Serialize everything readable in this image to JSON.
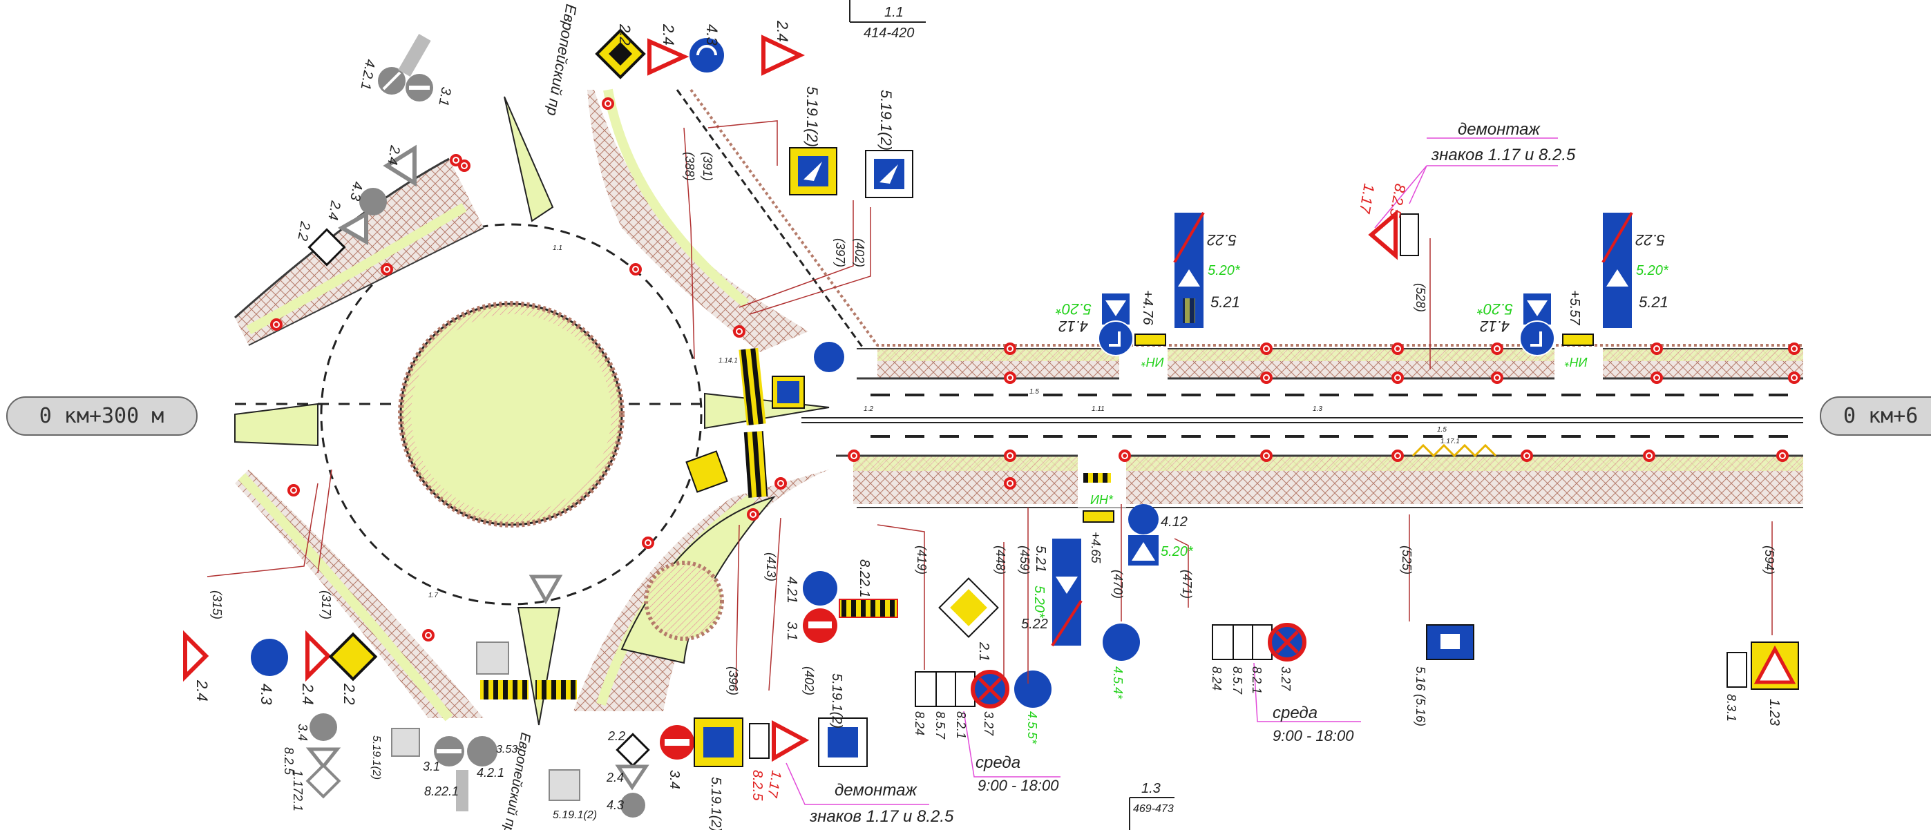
{
  "colors": {
    "lawn": "#e9f5b0",
    "hatch": "#b57b6a",
    "sign_blue": "#1647b8",
    "sign_red": "#e11b1b",
    "sign_yellow": "#f4dd06",
    "leader_magenta": "#e24ad9",
    "text_green": "#22d11a",
    "road_edge": "#3a3a3a"
  },
  "station_left": "0 км+300 м",
  "station_right": "0 км+6",
  "sheet_top": {
    "num": "1.1",
    "range": "414-420"
  },
  "sheet_bottom": {
    "num": "1.3",
    "range": "469-473"
  },
  "street_names": {
    "north": "Европейский пр",
    "south": "Европейский пр"
  },
  "notes": {
    "dismantle_top": {
      "title": "демонтаж",
      "text": "знаков 1.17 и 8.2.5"
    },
    "dismantle_bottom": {
      "title": "демонтаж",
      "text": "знаков 1.17 и 8.2.5"
    },
    "wed_left": {
      "title": "среда",
      "time": "9:00 - 18:00"
    },
    "wed_right": {
      "title": "среда",
      "time": "9:00 - 18:00"
    }
  },
  "sign_labels": {
    "t_22": "2.2",
    "t_24a": "2.4",
    "t_43": "4.3",
    "t_24b": "2.4",
    "t_519_1": "5.19.1(2)",
    "t_519_2": "5.19.1(2)",
    "t_421": "4.2.1",
    "t_31": "3.1",
    "t_24c": "2.4",
    "t_43b": "4.3",
    "t_24d": "2.4",
    "t_22b": "2.2",
    "t_412a": "4.12",
    "t_520a": "5.20*",
    "t_476": "+4.76",
    "t_522a": "5.22",
    "t_520b": "5.20*",
    "t_521a": "5.21",
    "t_117": "1.17",
    "t_825": "8.2.5",
    "t_412b": "4.12",
    "t_520c": "5.20*",
    "t_557": "+5.57",
    "t_522b": "5.22",
    "t_520d": "5.20*",
    "t_521b": "5.21",
    "b_24": "2.4",
    "b_43": "4.3",
    "b_24b": "2.4",
    "b_22": "2.2",
    "b_34": "3.4",
    "b_825": "8.2.5",
    "b_117": "1.17",
    "b_21": "2.1",
    "b_519a": "5.19.1(2)",
    "b_31": "3.1",
    "b_421": "4.2.1",
    "b_353": "3.53",
    "b_8221": "8.22.1",
    "b_519b": "5.19.1(2)",
    "b_22c": "2.2",
    "b_24e": "2.4",
    "b_43c": "4.3",
    "b_34b": "3.4",
    "b_519c": "5.19.1(2)",
    "b_825b": "8.2.5",
    "b_117b": "1.17",
    "b_519d": "5.19.1(2)",
    "m_421": "4.21",
    "m_31": "3.1",
    "m_8221": "8.22.1",
    "m_21": "2.1",
    "m_824": "8.24",
    "m_857": "8.5.7",
    "m_821": "8.2.1",
    "m_327": "3.27",
    "m_455": "4.5.5*",
    "m_521": "5.21",
    "m_520": "5.20*",
    "m_522": "5.22",
    "m_465": "+4.65",
    "m_412": "4.12",
    "m_520b": "5.20*",
    "m_454": "4.5.4*",
    "r_824": "8.24",
    "r_857": "8.5.7",
    "r_821": "8.2.1",
    "r_327": "3.27",
    "r_516": "5.16 (5.16)",
    "r_831": "8.3.1",
    "r_123": "1.23",
    "inn_a": "ИН*",
    "inn_b": "ИН*",
    "inn_c": "ИН*"
  },
  "refs": [
    "(388)",
    "(391)",
    "(397)",
    "(402)",
    "(528)",
    "(315)",
    "(317)",
    "(396)",
    "(402)",
    "(413)",
    "(419)",
    "(448)",
    "(459)",
    "(470)",
    "(471)",
    "(525)",
    "(594)"
  ],
  "marking_codes": [
    "1.1",
    "1.2",
    "1.5",
    "1.11",
    "1.3",
    "1.7",
    "1.14.1",
    "1.17.1",
    "1.5"
  ]
}
